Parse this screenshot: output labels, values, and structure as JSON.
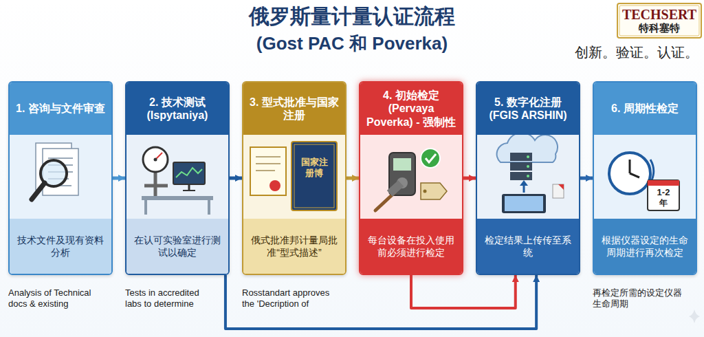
{
  "diagram": {
    "title": "俄罗斯量计量认证流程",
    "nodes": [
      {
        "text": [
          "1. 咨询与文件审查",
          "技术文件及现有资料分析",
          "Analysis of Technical docs & existing"
        ]
      },
      {
        "text": [
          "2. 技术测试 (Ispytaniya)",
          "在认可实验室进行测试以确定",
          "Tests in accredited labs to determine"
        ]
      },
      {
        "text": [
          "3. 型式批准与国家注册",
          "俄式批准邦计量局批准“型式描述”",
          "Rosstandart approves the 'Decription of"
        ]
      },
      {
        "text": [
          "4. 初始检定 (Pervaya Poverka) - 强制性",
          "每台设备在投入使用前必须进行检定"
        ]
      },
      {
        "text": [
          "5. 数字化注册 (FGIS ARSHIN)",
          "检定结果上传传至系统"
        ]
      },
      {
        "text": [
          "6. 周期性检定",
          "根据仪器设定的生命周期进行再次检定",
          "再检定所需的设定仪器生命周期"
        ]
      }
    ],
    "edges": [
      {
        "from": 0,
        "to": 1,
        "arrow": "to"
      },
      {
        "from": 1,
        "to": 2,
        "arrow": "to"
      },
      {
        "from": 2,
        "to": 3,
        "arrow": "to"
      },
      {
        "from": 3,
        "to": 4,
        "arrow": "to"
      },
      {
        "from": 4,
        "to": 5,
        "arrow": "to"
      },
      {
        "from": 1,
        "to": 4,
        "arrow": "to"
      },
      {
        "from": 3,
        "to": 4,
        "arrow": "to"
      }
    ],
    "labels": [
      "(Gost PAC 和 Poverka)",
      "TECHSERT",
      "特科塞特",
      "创新。验证。认证。",
      "国家注册博",
      "1-2",
      "年"
    ]
  }
}
